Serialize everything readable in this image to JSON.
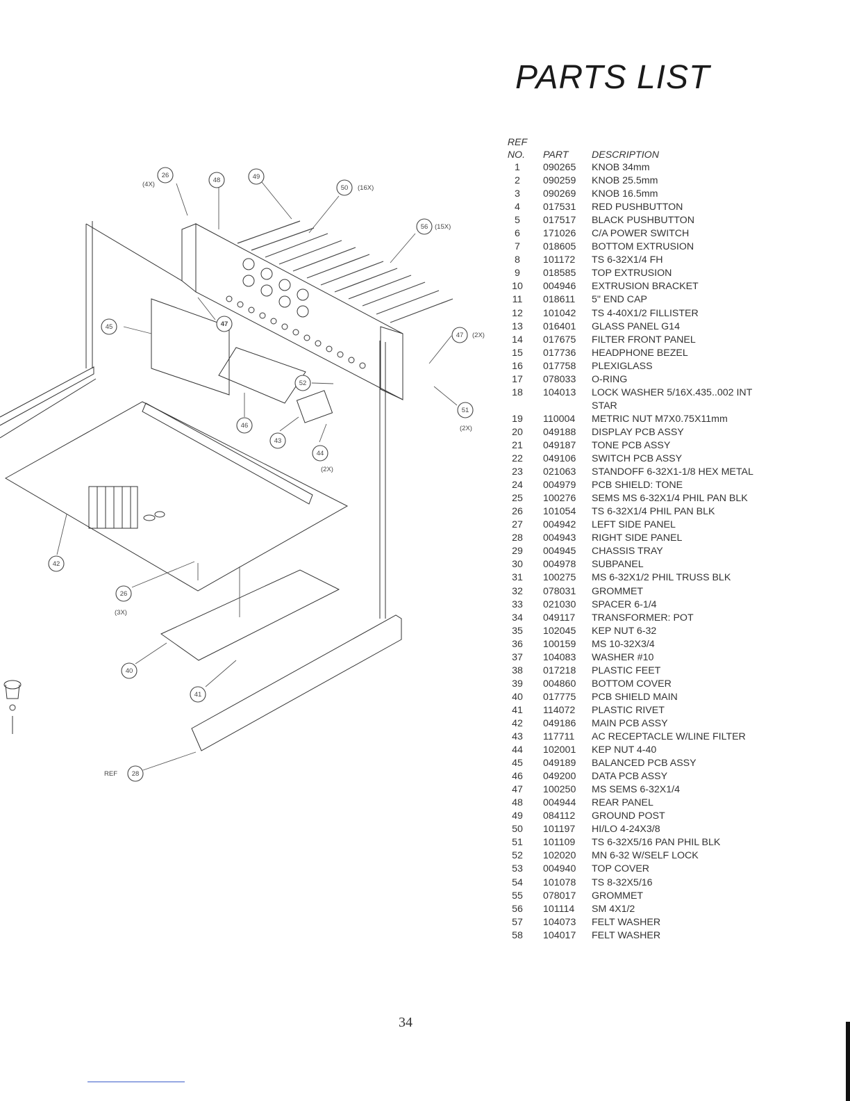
{
  "title": "PARTS LIST",
  "page_number": "34",
  "table": {
    "headers": {
      "ref": "REF\nNO.",
      "part": "PART",
      "description": "DESCRIPTION"
    },
    "rows": [
      {
        "ref": "1",
        "part": "090265",
        "description": "KNOB 34mm"
      },
      {
        "ref": "2",
        "part": "090259",
        "description": "KNOB 25.5mm"
      },
      {
        "ref": "3",
        "part": "090269",
        "description": "KNOB 16.5mm"
      },
      {
        "ref": "4",
        "part": "017531",
        "description": "RED PUSHBUTTON"
      },
      {
        "ref": "5",
        "part": "017517",
        "description": "BLACK PUSHBUTTON"
      },
      {
        "ref": "6",
        "part": "171026",
        "description": "C/A POWER SWITCH"
      },
      {
        "ref": "7",
        "part": "018605",
        "description": "BOTTOM EXTRUSION"
      },
      {
        "ref": "8",
        "part": "101172",
        "description": "TS 6-32X1/4 FH"
      },
      {
        "ref": "9",
        "part": "018585",
        "description": "TOP EXTRUSION"
      },
      {
        "ref": "10",
        "part": "004946",
        "description": "EXTRUSION BRACKET"
      },
      {
        "ref": "11",
        "part": "018611",
        "description": "5\" END CAP"
      },
      {
        "ref": "12",
        "part": "101042",
        "description": "TS 4-40X1/2 FILLISTER"
      },
      {
        "ref": "13",
        "part": "016401",
        "description": "GLASS PANEL G14"
      },
      {
        "ref": "14",
        "part": "017675",
        "description": "FILTER FRONT PANEL"
      },
      {
        "ref": "15",
        "part": "017736",
        "description": "HEADPHONE BEZEL"
      },
      {
        "ref": "16",
        "part": "017758",
        "description": "PLEXIGLASS"
      },
      {
        "ref": "17",
        "part": "078033",
        "description": "O-RING"
      },
      {
        "ref": "18",
        "part": "104013",
        "description": "LOCK WASHER 5/16X.435..002 INT STAR"
      },
      {
        "ref": "19",
        "part": "110004",
        "description": "METRIC NUT M7X0.75X11mm"
      },
      {
        "ref": "20",
        "part": "049188",
        "description": "DISPLAY PCB ASSY"
      },
      {
        "ref": "21",
        "part": "049187",
        "description": "TONE PCB ASSY"
      },
      {
        "ref": "22",
        "part": "049106",
        "description": "SWITCH PCB ASSY"
      },
      {
        "ref": "23",
        "part": "021063",
        "description": "STANDOFF 6-32X1-1/8 HEX METAL"
      },
      {
        "ref": "24",
        "part": "004979",
        "description": "PCB SHIELD: TONE"
      },
      {
        "ref": "25",
        "part": "100276",
        "description": "SEMS MS 6-32X1/4 PHIL PAN BLK"
      },
      {
        "ref": "26",
        "part": "101054",
        "description": "TS 6-32X1/4 PHIL PAN BLK"
      },
      {
        "ref": "27",
        "part": "004942",
        "description": "LEFT SIDE PANEL"
      },
      {
        "ref": "28",
        "part": "004943",
        "description": "RIGHT SIDE PANEL"
      },
      {
        "ref": "29",
        "part": "004945",
        "description": "CHASSIS TRAY"
      },
      {
        "ref": "30",
        "part": "004978",
        "description": "SUBPANEL"
      },
      {
        "ref": "31",
        "part": "100275",
        "description": "MS 6-32X1/2 PHIL TRUSS BLK"
      },
      {
        "ref": "32",
        "part": "078031",
        "description": "GROMMET"
      },
      {
        "ref": "33",
        "part": "021030",
        "description": "SPACER 6-1/4"
      },
      {
        "ref": "34",
        "part": "049117",
        "description": "TRANSFORMER: POT"
      },
      {
        "ref": "35",
        "part": "102045",
        "description": "KEP NUT 6-32"
      },
      {
        "ref": "36",
        "part": "100159",
        "description": "MS 10-32X3/4"
      },
      {
        "ref": "37",
        "part": "104083",
        "description": "WASHER #10"
      },
      {
        "ref": "38",
        "part": "017218",
        "description": "PLASTIC FEET"
      },
      {
        "ref": "39",
        "part": "004860",
        "description": "BOTTOM COVER"
      },
      {
        "ref": "40",
        "part": "017775",
        "description": "PCB SHIELD MAIN"
      },
      {
        "ref": "41",
        "part": "114072",
        "description": "PLASTIC RIVET"
      },
      {
        "ref": "42",
        "part": "049186",
        "description": "MAIN PCB ASSY"
      },
      {
        "ref": "43",
        "part": "117711",
        "description": "AC RECEPTACLE W/LINE FILTER"
      },
      {
        "ref": "44",
        "part": "102001",
        "description": "KEP NUT 4-40"
      },
      {
        "ref": "45",
        "part": "049189",
        "description": "BALANCED PCB ASSY"
      },
      {
        "ref": "46",
        "part": "049200",
        "description": "DATA PCB ASSY"
      },
      {
        "ref": "47",
        "part": "100250",
        "description": "MS SEMS 6-32X1/4"
      },
      {
        "ref": "48",
        "part": "004944",
        "description": "REAR PANEL"
      },
      {
        "ref": "49",
        "part": "084112",
        "description": "GROUND POST"
      },
      {
        "ref": "50",
        "part": "101197",
        "description": "HI/LO 4-24X3/8"
      },
      {
        "ref": "51",
        "part": "101109",
        "description": "TS 6-32X5/16 PAN PHIL BLK"
      },
      {
        "ref": "52",
        "part": "102020",
        "description": "MN 6-32 W/SELF LOCK"
      },
      {
        "ref": "53",
        "part": "004940",
        "description": "TOP COVER"
      },
      {
        "ref": "54",
        "part": "101078",
        "description": "TS 8-32X5/16"
      },
      {
        "ref": "55",
        "part": "078017",
        "description": "GROMMET"
      },
      {
        "ref": "56",
        "part": "101114",
        "description": "SM 4X1/2"
      },
      {
        "ref": "57",
        "part": "104073",
        "description": "FELT WASHER"
      },
      {
        "ref": "58",
        "part": "104017",
        "description": "FELT WASHER"
      }
    ]
  },
  "diagram": {
    "callouts": [
      {
        "ref": "26",
        "qty": "(4X)"
      },
      {
        "ref": "48",
        "qty": ""
      },
      {
        "ref": "49",
        "qty": ""
      },
      {
        "ref": "50",
        "qty": "(16X)"
      },
      {
        "ref": "56",
        "qty": "(15X)"
      },
      {
        "ref": "45",
        "qty": ""
      },
      {
        "ref": "47",
        "qty": ""
      },
      {
        "ref": "47",
        "qty": "(2X)"
      },
      {
        "ref": "52",
        "qty": ""
      },
      {
        "ref": "51",
        "qty": "(2X)"
      },
      {
        "ref": "46",
        "qty": ""
      },
      {
        "ref": "43",
        "qty": ""
      },
      {
        "ref": "44",
        "qty": "(2X)"
      },
      {
        "ref": "42",
        "qty": ""
      },
      {
        "ref": "26",
        "qty": "(3X)"
      },
      {
        "ref": "40",
        "qty": ""
      },
      {
        "ref": "41",
        "qty": ""
      },
      {
        "ref": "28",
        "qty": ""
      }
    ],
    "ref_label": "REF"
  }
}
